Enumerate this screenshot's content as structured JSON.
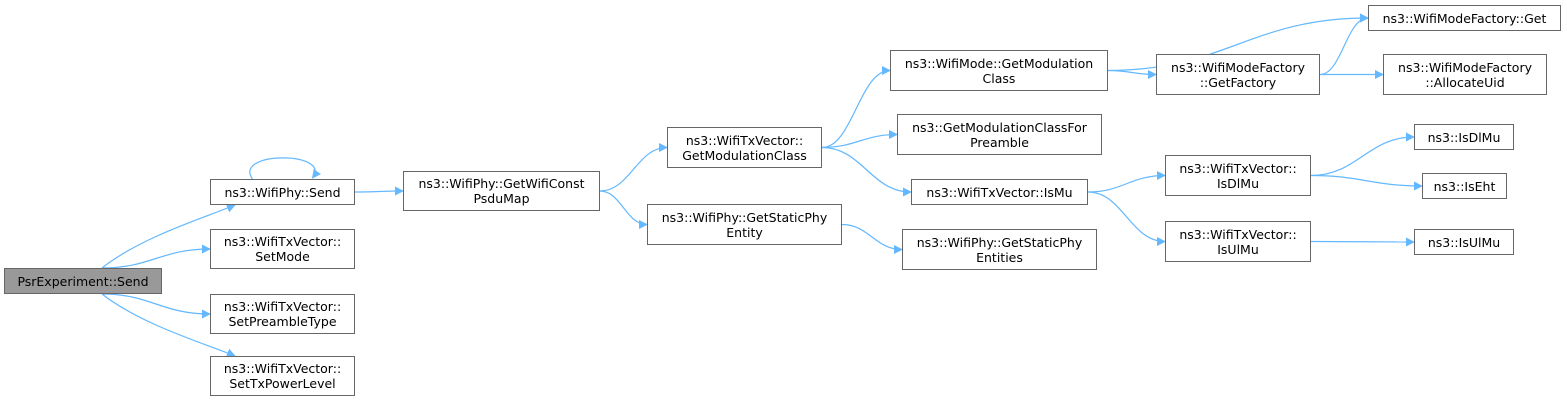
{
  "nodes": {
    "root": {
      "lines": [
        "PsrExperiment::Send"
      ]
    },
    "phySend": {
      "lines": [
        "ns3::WifiPhy::Send"
      ]
    },
    "setMode": {
      "lines": [
        "ns3::WifiTxVector::",
        "SetMode"
      ]
    },
    "setPreamble": {
      "lines": [
        "ns3::WifiTxVector::",
        "SetPreambleType"
      ]
    },
    "setTxPower": {
      "lines": [
        "ns3::WifiTxVector::",
        "SetTxPowerLevel"
      ]
    },
    "getWifiConst": {
      "lines": [
        "ns3::WifiPhy::GetWifiConst",
        "PsduMap"
      ]
    },
    "getModClass": {
      "lines": [
        "ns3::WifiTxVector::",
        "GetModulationClass"
      ]
    },
    "getStaticEntity": {
      "lines": [
        "ns3::WifiPhy::GetStaticPhy",
        "Entity"
      ]
    },
    "modeGetModClass": {
      "lines": [
        "ns3::WifiMode::GetModulation",
        "Class"
      ]
    },
    "getModForPre": {
      "lines": [
        "ns3::GetModulationClassFor",
        "Preamble"
      ]
    },
    "isMu": {
      "lines": [
        "ns3::WifiTxVector::IsMu"
      ]
    },
    "getStaticEntities": {
      "lines": [
        "ns3::WifiPhy::GetStaticPhy",
        "Entities"
      ]
    },
    "factoryGet": {
      "lines": [
        "ns3::WifiModeFactory::Get"
      ]
    },
    "getFactory": {
      "lines": [
        "ns3::WifiModeFactory",
        "::GetFactory"
      ]
    },
    "allocUid": {
      "lines": [
        "ns3::WifiModeFactory",
        "::AllocateUid"
      ]
    },
    "txIsDlMu": {
      "lines": [
        "ns3::WifiTxVector::",
        "IsDlMu"
      ]
    },
    "txIsUlMu": {
      "lines": [
        "ns3::WifiTxVector::",
        "IsUlMu"
      ]
    },
    "isDlMu": {
      "lines": [
        "ns3::IsDlMu"
      ]
    },
    "isEht": {
      "lines": [
        "ns3::IsEht"
      ]
    },
    "isUlMu": {
      "lines": [
        "ns3::IsUlMu"
      ]
    }
  },
  "edges": [
    [
      "root",
      "phySend"
    ],
    [
      "root",
      "setMode"
    ],
    [
      "root",
      "setPreamble"
    ],
    [
      "root",
      "setTxPower"
    ],
    [
      "phySend",
      "phySend"
    ],
    [
      "phySend",
      "getWifiConst"
    ],
    [
      "getWifiConst",
      "getModClass"
    ],
    [
      "getWifiConst",
      "getStaticEntity"
    ],
    [
      "getModClass",
      "modeGetModClass"
    ],
    [
      "getModClass",
      "getModForPre"
    ],
    [
      "getModClass",
      "isMu"
    ],
    [
      "getStaticEntity",
      "getStaticEntities"
    ],
    [
      "modeGetModClass",
      "factoryGet"
    ],
    [
      "modeGetModClass",
      "getFactory"
    ],
    [
      "getFactory",
      "factoryGet"
    ],
    [
      "getFactory",
      "allocUid"
    ],
    [
      "isMu",
      "txIsDlMu"
    ],
    [
      "isMu",
      "txIsUlMu"
    ],
    [
      "txIsDlMu",
      "isDlMu"
    ],
    [
      "txIsDlMu",
      "isEht"
    ],
    [
      "txIsUlMu",
      "isUlMu"
    ]
  ],
  "colors": {
    "edge": "#63b8ff",
    "node_border": "#666666",
    "root_fill": "#999999"
  }
}
